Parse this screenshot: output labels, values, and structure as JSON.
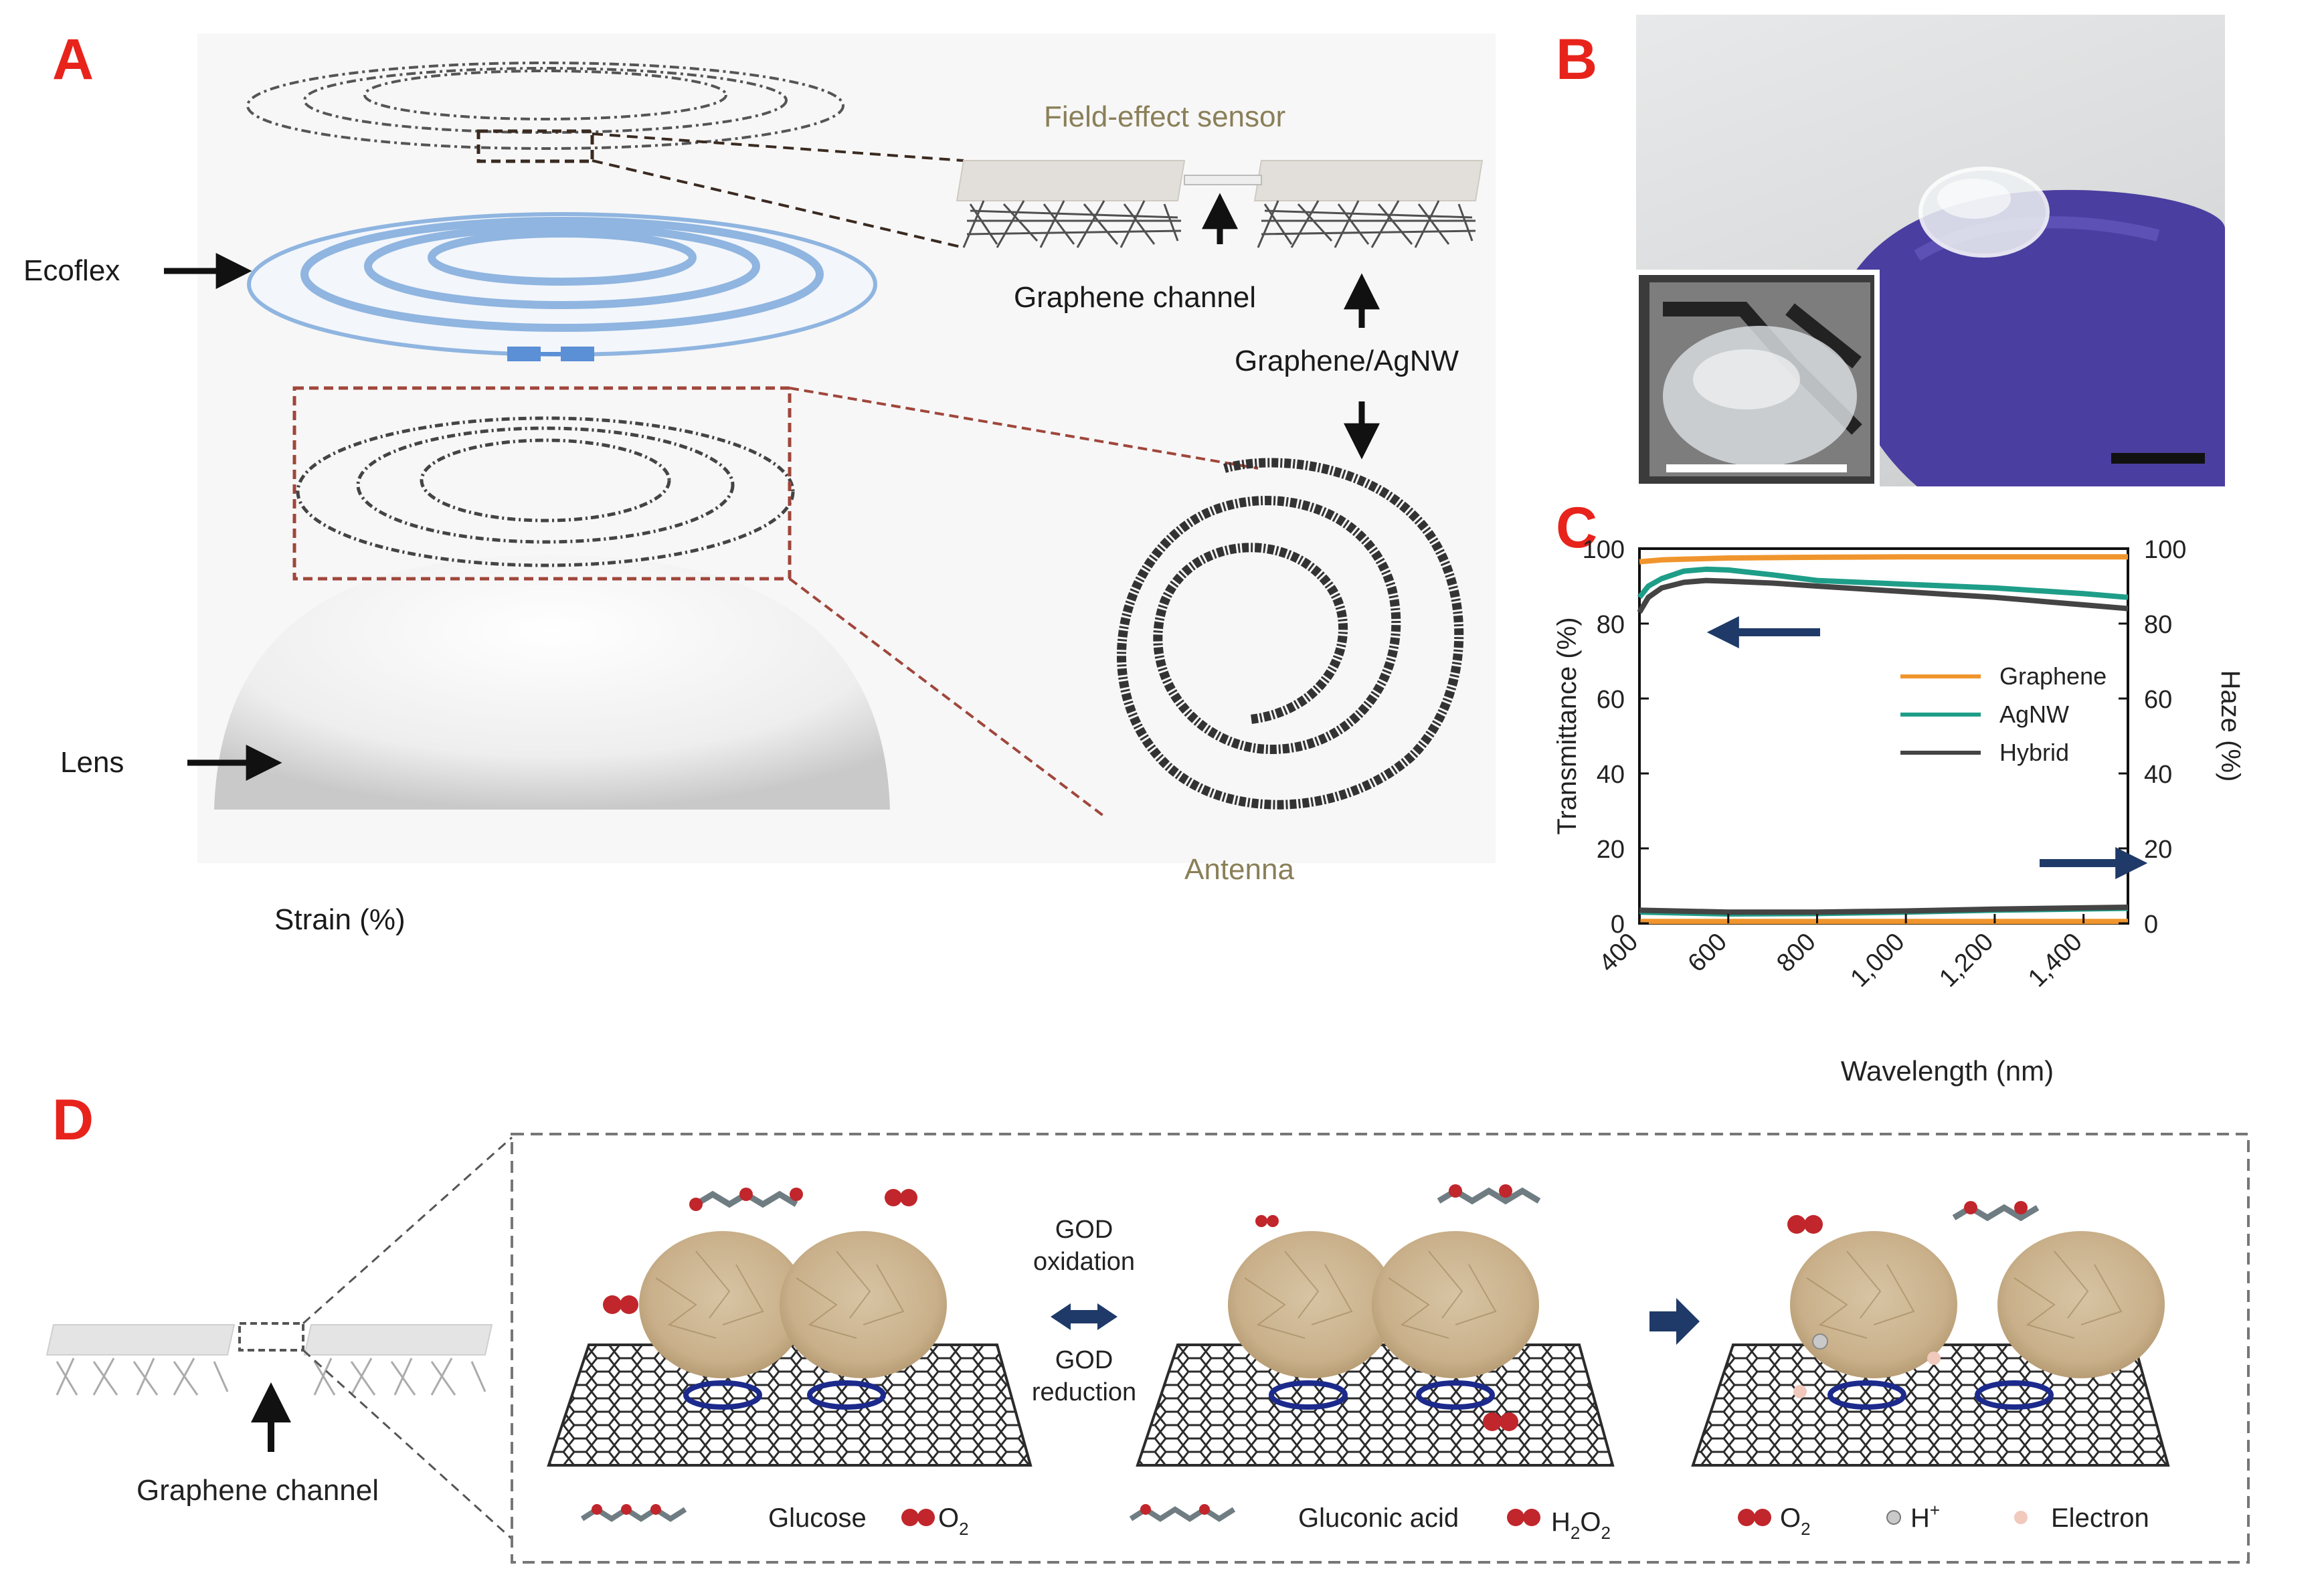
{
  "panels": {
    "a": {
      "letter": "A"
    },
    "b": {
      "letter": "B"
    },
    "c": {
      "letter": "C"
    },
    "d": {
      "letter": "D"
    }
  },
  "panel_a": {
    "field_effect_sensor": "Field-effect sensor",
    "ecoflex": "Ecoflex",
    "graphene_channel": "Graphene channel",
    "graphene_agnw": "Graphene/AgNW",
    "lens": "Lens",
    "antenna": "Antenna",
    "strain": "Strain (%)"
  },
  "chart_data": {
    "type": "line",
    "xlabel": "Wavelength (nm)",
    "ylabel": "Transmittance (%)",
    "ylabel_right": "Haze (%)",
    "xlim": [
      400,
      1500
    ],
    "ylim": [
      0,
      100
    ],
    "x_ticks": [
      "400",
      "600",
      "800",
      "1,000",
      "1,200",
      "1,400"
    ],
    "y_ticks_left": [
      "0",
      "20",
      "40",
      "60",
      "80",
      "100"
    ],
    "y_ticks_right": [
      "0",
      "20",
      "40",
      "60",
      "80",
      "100"
    ],
    "legend_position": "center-right",
    "series": [
      {
        "name": "Graphene",
        "color": "#f0952d",
        "axis": "left",
        "x": [
          400,
          450,
          500,
          600,
          800,
          1000,
          1200,
          1400,
          1500
        ],
        "y": [
          96.5,
          97,
          97.2,
          97.5,
          97.7,
          97.8,
          97.8,
          97.8,
          97.8
        ]
      },
      {
        "name": "AgNW",
        "color": "#1e9e88",
        "axis": "left",
        "x": [
          400,
          420,
          450,
          500,
          550,
          600,
          700,
          800,
          1000,
          1200,
          1400,
          1500
        ],
        "y": [
          87,
          90,
          92,
          94,
          94.5,
          94.3,
          93,
          91.5,
          90.5,
          89.5,
          88,
          87
        ]
      },
      {
        "name": "Hybrid",
        "color": "#444444",
        "axis": "left",
        "x": [
          400,
          420,
          450,
          500,
          550,
          600,
          700,
          800,
          1000,
          1200,
          1400,
          1500
        ],
        "y": [
          83,
          87,
          89.5,
          91,
          91.5,
          91.3,
          90.8,
          90,
          88.5,
          87,
          85,
          84
        ]
      },
      {
        "name": "Graphene",
        "color": "#f0952d",
        "axis": "right",
        "x": [
          400,
          800,
          1500
        ],
        "y": [
          0.5,
          0.5,
          0.5
        ]
      },
      {
        "name": "AgNW",
        "color": "#1e9e88",
        "axis": "right",
        "x": [
          400,
          600,
          800,
          1000,
          1200,
          1500
        ],
        "y": [
          3,
          2.5,
          2.6,
          3,
          3.5,
          4
        ]
      },
      {
        "name": "Hybrid",
        "color": "#444444",
        "axis": "right",
        "x": [
          400,
          600,
          800,
          1000,
          1200,
          1500
        ],
        "y": [
          3.5,
          3,
          3,
          3.3,
          3.8,
          4.3
        ]
      }
    ]
  },
  "panel_d": {
    "graphene_channel": "Graphene channel",
    "god_oxidation_1": "GOD",
    "god_oxidation_2": "oxidation",
    "god_reduction_1": "GOD",
    "god_reduction_2": "reduction",
    "legend": {
      "glucose": "Glucose",
      "o2_a": "O",
      "gluconic_acid": "Gluconic acid",
      "h2o2": "H",
      "o2_b": "O",
      "h_plus": "H",
      "electron": "Electron"
    }
  },
  "colors": {
    "panel_letter": "#e8231b",
    "arrow_navy": "#1f3a68",
    "dashed_red": "#a0463b",
    "ecoflex_blue": "#8fb5e0",
    "glove_purple": "#4a3ea0",
    "o2_red": "#c0262b"
  }
}
